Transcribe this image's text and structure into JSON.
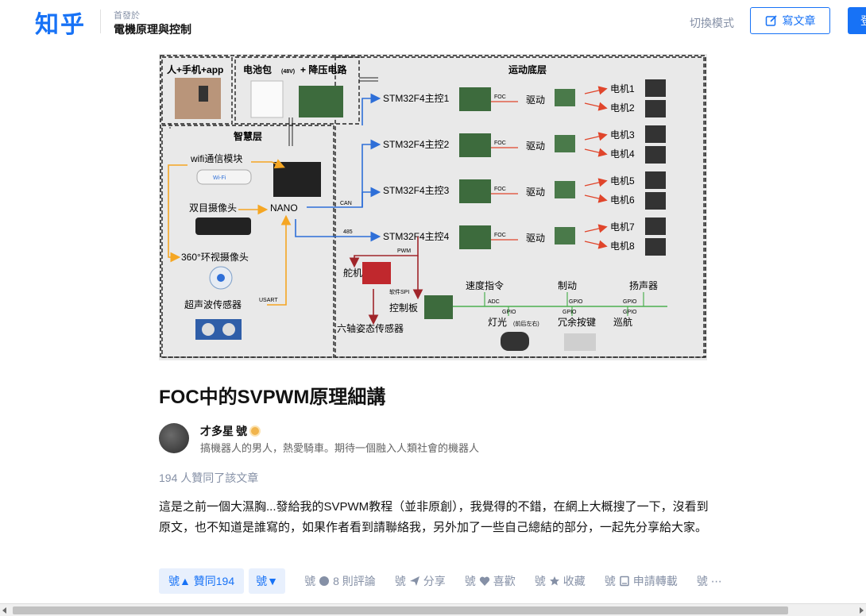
{
  "header": {
    "logo": "知乎",
    "published_in_label": "首發於",
    "column_name": "電機原理與控制",
    "switch_mode": "切換模式",
    "write_article": "寫文章",
    "login_partial": "登"
  },
  "figure": {
    "phone_app": "人+手机+app",
    "battery": "电池包",
    "battery_voltage": "(48V)",
    "buck_circuit": "+ 降压电路",
    "motion_layer": "运动底层",
    "smart_layer": "智慧层",
    "wifi_module": "wifi通信模块",
    "wifi_stick_label": "Wi-Fi",
    "stereo_camera": "双目摄像头",
    "surround_camera": "360°环视摄像头",
    "ultrasonic": "超声波传感器",
    "nano": "NANO",
    "can": "CAN",
    "rs485": "485",
    "usart": "USART",
    "pwm": "PWM",
    "soft_spi": "软件SPI",
    "masters": [
      "STM32F4主控1",
      "STM32F4主控2",
      "STM32F4主控3",
      "STM32F4主控4"
    ],
    "foc": "FOC",
    "drive": "驱动",
    "motors": [
      "电机1",
      "电机2",
      "电机3",
      "电机4",
      "电机5",
      "电机6",
      "电机7",
      "电机8"
    ],
    "servo": "舵机",
    "control_board": "控制板",
    "imu": "六轴姿态传感器",
    "speed_cmd": "速度指令",
    "brake": "制动",
    "speaker": "扬声器",
    "adc": "ADC",
    "gpio": "GPIO",
    "light": "灯光",
    "light_note": "(前后左右)",
    "redundant_keys": "冗余按键",
    "cruise": "巡航"
  },
  "article": {
    "title": "FOC中的SVPWM原理細講",
    "author_name": "才多星",
    "author_suffix": "號",
    "author_bio": "搞機器人的男人，熱愛騎車。期待一個融入人類社會的機器人",
    "likes_text": "194 人贊同了該文章",
    "body": "這是之前一個大濕胸...發給我的SVPWM教程（並非原創），我覺得的不錯，在網上大概搜了一下，沒看到原文，也不知道是誰寫的，如果作者看到請聯絡我，另外加了一些自己總結的部分，一起先分享給大家。"
  },
  "actions": {
    "vote_up": "號▲ 贊同194",
    "vote_down": "號▼",
    "comments_prefix": "號",
    "comments": "8 則評論",
    "share_prefix": "號",
    "share": "分享",
    "like_prefix": "號",
    "like": "喜歡",
    "collect_prefix": "號",
    "collect": "收藏",
    "reprint_prefix": "號",
    "reprint": "申請轉載",
    "more_prefix": "號",
    "more": "⋯"
  },
  "colors": {
    "brand": "#1772f6",
    "diagram_blue": "#2e6fd8",
    "diagram_orange": "#f5a623",
    "diagram_red": "#e0452b",
    "diagram_darkred": "#a0252a",
    "diagram_green": "#4caf50"
  }
}
